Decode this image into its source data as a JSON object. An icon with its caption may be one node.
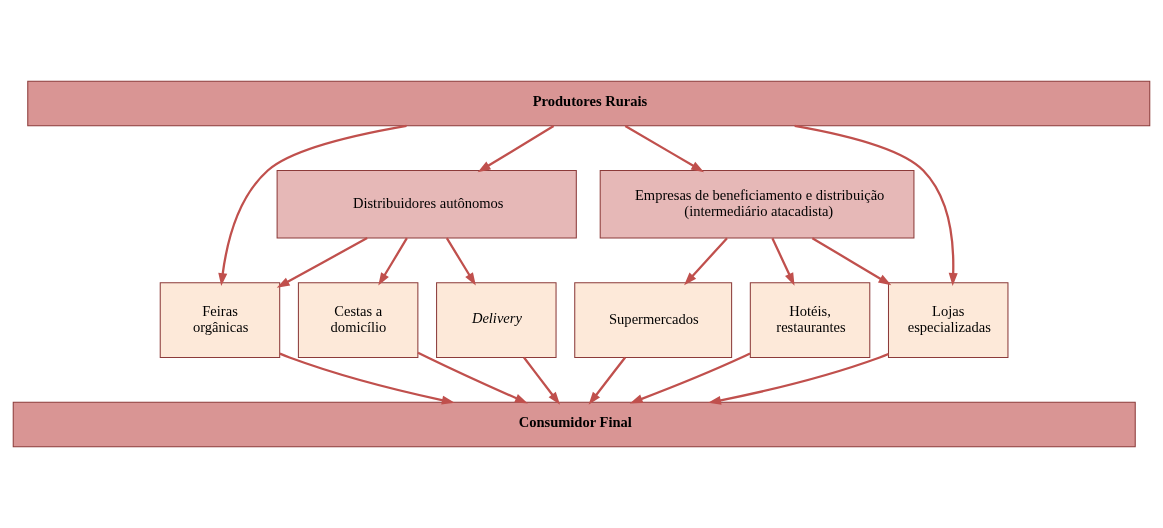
{
  "diagram": {
    "nodes": [
      {
        "text": [
          "Produtores Rurais"
        ]
      },
      {
        "text": [
          "Distribuidores autônomos"
        ]
      },
      {
        "text": [
          "Empresas de beneficiamento e distribuição (intermediário atacadista)"
        ]
      },
      {
        "text": [
          "Feiras orgânicas"
        ]
      },
      {
        "text": [
          "Cestas a domicílio"
        ]
      },
      {
        "text": [
          "Delivery"
        ]
      },
      {
        "text": [
          "Supermercados"
        ]
      },
      {
        "text": [
          "Hotéis, restaurantes"
        ]
      },
      {
        "text": [
          "Lojas especializadas"
        ]
      },
      {
        "text": [
          "Consumidor Final"
        ]
      }
    ],
    "edges": [
      {
        "from": 0,
        "to": 3,
        "arrow": "to"
      },
      {
        "from": 0,
        "to": 1,
        "arrow": "to"
      },
      {
        "from": 0,
        "to": 2,
        "arrow": "to"
      },
      {
        "from": 0,
        "to": 8,
        "arrow": "to"
      },
      {
        "from": 1,
        "to": 3,
        "arrow": "to"
      },
      {
        "from": 1,
        "to": 4,
        "arrow": "to"
      },
      {
        "from": 1,
        "to": 5,
        "arrow": "to"
      },
      {
        "from": 2,
        "to": 6,
        "arrow": "to"
      },
      {
        "from": 2,
        "to": 7,
        "arrow": "to"
      },
      {
        "from": 2,
        "to": 8,
        "arrow": "to"
      },
      {
        "from": 3,
        "to": 9,
        "arrow": "to"
      },
      {
        "from": 4,
        "to": 9,
        "arrow": "to"
      },
      {
        "from": 5,
        "to": 9,
        "arrow": "to"
      },
      {
        "from": 6,
        "to": 9,
        "arrow": "to"
      },
      {
        "from": 7,
        "to": 9,
        "arrow": "to"
      },
      {
        "from": 8,
        "to": 9,
        "arrow": "to"
      }
    ]
  }
}
